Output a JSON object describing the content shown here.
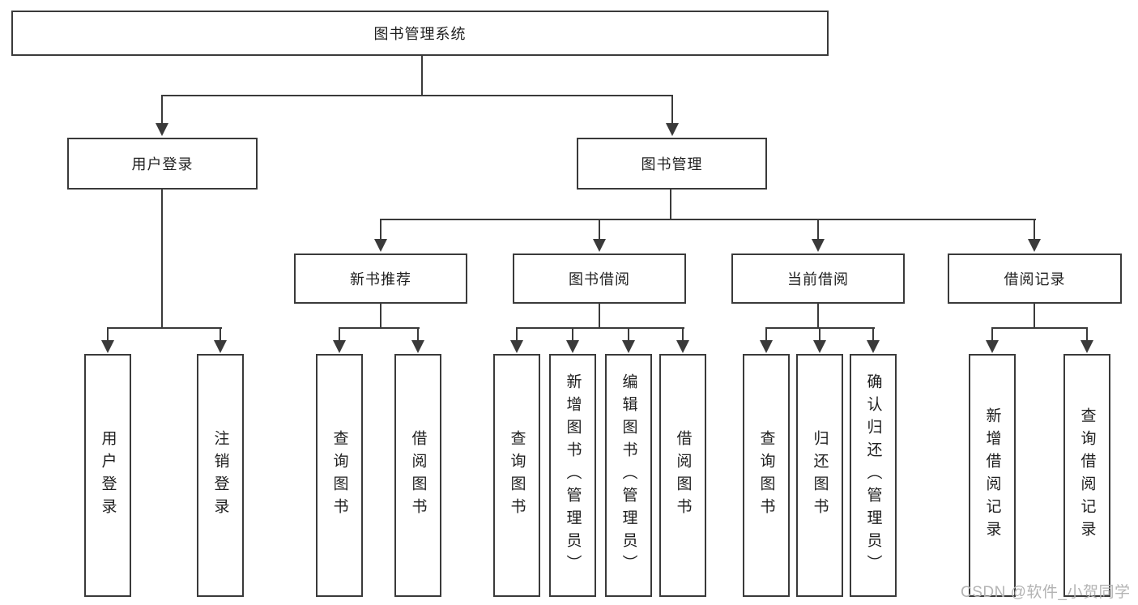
{
  "diagram": {
    "root": "图书管理系统",
    "level2": [
      "用户登录",
      "图书管理"
    ],
    "level3": [
      "新书推荐",
      "图书借阅",
      "当前借阅",
      "借阅记录"
    ],
    "leaves_user": [
      "用户登录",
      "注销登录"
    ],
    "leaves_newbook": [
      "查询图书",
      "借阅图书"
    ],
    "leaves_borrow": [
      "查询图书",
      "新增图书（管理员）",
      "编辑图书（管理员）",
      "借阅图书"
    ],
    "leaves_current": [
      "查询图书",
      "归还图书",
      "确认归还（管理员）"
    ],
    "leaves_record": [
      "新增借阅记录",
      "查询借阅记录"
    ]
  },
  "watermark": "CSDN @软件_小贺同学",
  "colors": {
    "line": "#3a3a3a",
    "text": "#1f1f1f",
    "watermark": "#b3b3b3",
    "background": "#ffffff"
  }
}
